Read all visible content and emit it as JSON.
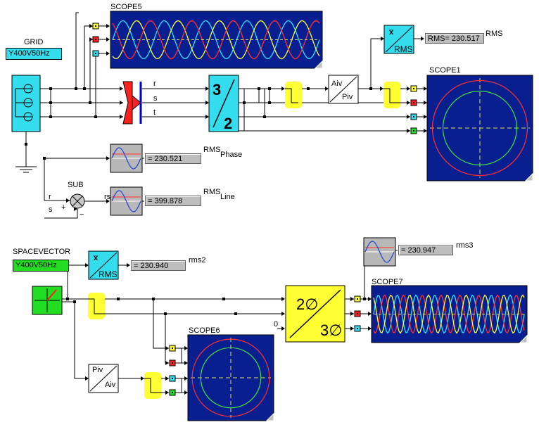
{
  "blocks": {
    "grid": {
      "label": "GRID",
      "param": "Y400V50Hz"
    },
    "spacevector": {
      "label": "SPACEVECTOR",
      "param": "Y400V50Hz"
    },
    "scope5": {
      "label": "SCOPE5"
    },
    "scope1": {
      "label": "SCOPE1"
    },
    "scope6": {
      "label": "SCOPE6"
    },
    "scope7": {
      "label": "SCOPE7"
    },
    "sub": {
      "label": "SUB",
      "plus": "+",
      "minus": "−"
    },
    "transform32": {
      "top": "3",
      "bottom": "2"
    },
    "transform23": {
      "top": "2∅",
      "bottom": "3∅"
    },
    "aiv_piv": {
      "top": "Aiv",
      "bottom": "Piv"
    },
    "piv_aiv": {
      "top": "Piv",
      "bottom": "Aiv"
    },
    "rms_top": {
      "symbol": "x̅",
      "label": "RMS"
    },
    "rms_bottom": {
      "symbol": "x̅",
      "label": "RMS"
    }
  },
  "signals": {
    "r": "r",
    "s": "s",
    "t": "t",
    "rs": "rs",
    "zero": "0"
  },
  "displays": {
    "rms_main": {
      "value": "RMS= 230.517",
      "tag": "RMS"
    },
    "phase": {
      "value": "= 230.521",
      "tag": "RMS",
      "sub": "Phase"
    },
    "line": {
      "value": "= 399.878",
      "tag": "RMS",
      "sub": "Line"
    },
    "rms2": {
      "value": "= 230.940",
      "tag": "rms2"
    },
    "rms3": {
      "value": "= 230.947",
      "tag": "rms3"
    }
  },
  "colors": {
    "scope_bg": "#0a1f8f",
    "cyan": "#33ddee",
    "green": "#22dd22",
    "yellow": "#ffff33",
    "red": "#ff2020",
    "wave_cyan": "#30e0ff",
    "wave_yellow": "#ffff40",
    "wave_red": "#ff3030"
  }
}
